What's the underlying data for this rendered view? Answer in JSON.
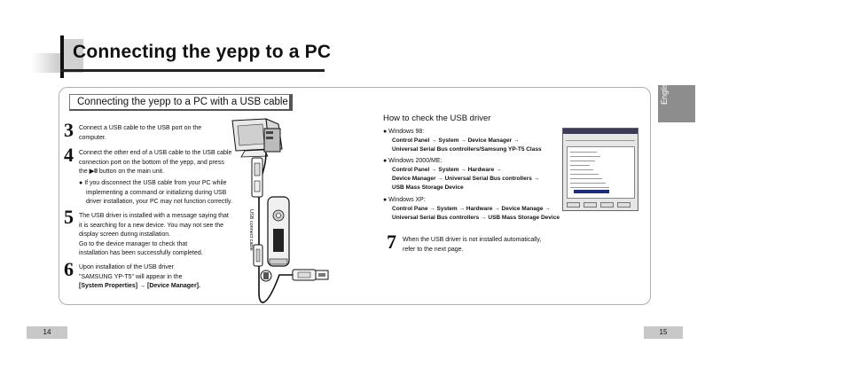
{
  "page_title": "Connecting the yepp to a PC",
  "section_heading": "Connecting the yepp to a PC with a USB cable",
  "language_tab": "English",
  "page_left": "14",
  "page_right": "15",
  "steps": {
    "s3": {
      "num": "3",
      "l1": "Connect a USB cable to the USB port on the",
      "l2": "computer."
    },
    "s4": {
      "num": "4",
      "l1": "Connect the other end of a USB cable to the USB cable",
      "l2": "connection port on the bottom of the yepp, and press",
      "l3a": "the ",
      "l3glyph": "▶II",
      "l3b": " button on the main unit."
    },
    "s4_bullet": {
      "mark": "●",
      "l1": "If you disconnect the USB cable from your PC while",
      "l2": "implementing a command or initializing during USB",
      "l3": "driver installation, your PC may not function correctly."
    },
    "s5": {
      "num": "5",
      "l1": "The USB driver is installed with a message saying that",
      "l2": "it is searching for a new device. You may not see the",
      "l3": "display screen during installation.",
      "l4": "Go to the device manager to check that",
      "l5": "installation has been successfully completed."
    },
    "s6": {
      "num": "6",
      "l1": "Upon installation of the USB driver",
      "l2": "\"SAMSUNG YP-T5\" will appear in the",
      "l3a": "[System Properties]",
      "arrow": " → ",
      "l3b": "[Device Manager]."
    },
    "s7": {
      "num": "7",
      "l1": "When the USB driver is not installed automatically,",
      "l2": "refer to the next page."
    }
  },
  "usb_cable_label": "USB connect cable",
  "check": {
    "heading": "How to check the USB driver",
    "win98": {
      "label": "● Windows 98:",
      "p1": "Control Panel → System → Device Manager →",
      "p2": "Universal Serial Bus controllers/Samsung YP-T5 Class"
    },
    "win2000": {
      "label": "● Windows 2000/ME:",
      "p1": "Control Panel → System → Hardware →",
      "p2": "Device Manager → Universal Serial Bus controllers →",
      "p3": "USB Mass Storage Device"
    },
    "winxp": {
      "label": "● Windows XP:",
      "p1": "Control Pane → System → Hardware → Device Manage →",
      "p2": "Universal Serial Bus controllers → USB Mass Storage Device"
    }
  }
}
